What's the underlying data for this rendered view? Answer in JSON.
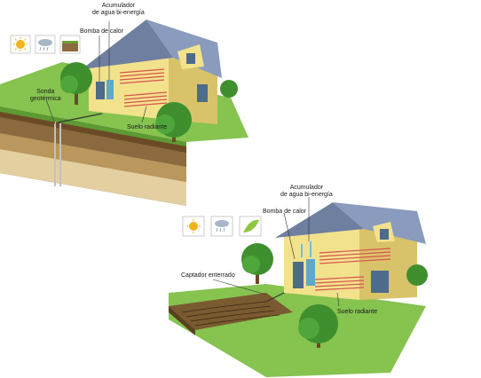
{
  "diagram_top": {
    "labels": {
      "accumulator": "Acumulador\nde agua bi-energía",
      "heat_pump": "Bomba de calor",
      "probe": "Sonda\ngeotérmica",
      "floor": "Suelo radiante"
    },
    "icons": [
      "sun-icon",
      "rain-cloud-icon",
      "soil-icon"
    ]
  },
  "diagram_bottom": {
    "labels": {
      "accumulator": "Acumulador\nde agua bi-energía",
      "heat_pump": "Bomba de calor",
      "collector": "Captador enterrado",
      "floor": "Suelo radiante"
    },
    "icons": [
      "sun-icon",
      "rain-cloud-icon",
      "leaf-icon"
    ]
  },
  "colors": {
    "wall": "#f2e28c",
    "wall_shade": "#d9c36a",
    "roof": "#6f7fa0",
    "grass": "#7fbf4a",
    "soil": "#8a6a3e",
    "heating": "#d9534f",
    "pipe": "#6fbfe0"
  }
}
